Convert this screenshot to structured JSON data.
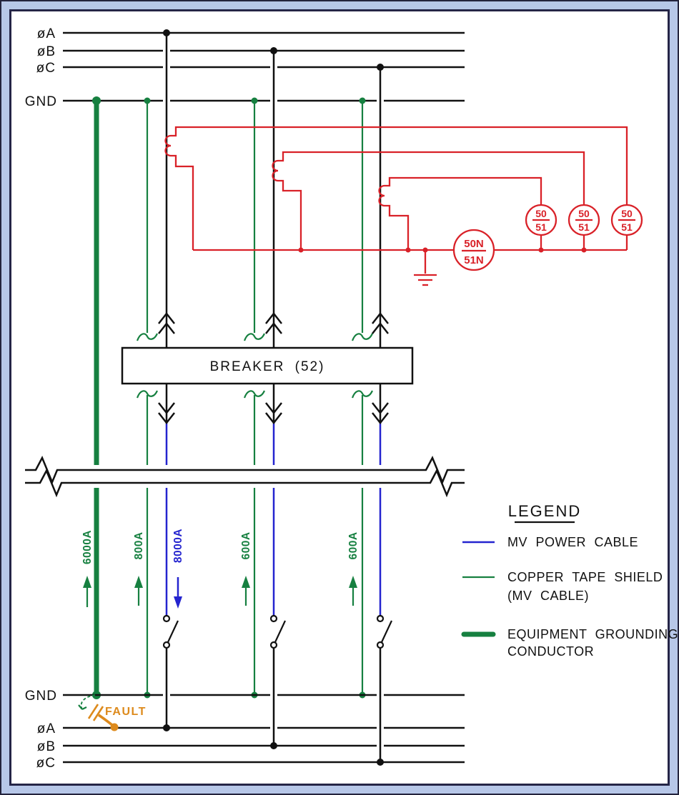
{
  "colors": {
    "mv_power_cable_blue": "#2424cf",
    "copper_tape_shield_green": "#168040",
    "equipment_grounding_green": "#168040",
    "relay_circuit_red": "#d92128",
    "fault_orange": "#dd8a1c",
    "conductor_black": "#111111",
    "frame_band_blue": "#b7c7e8",
    "frame_line_navy": "#252547"
  },
  "top_phases": {
    "a": "øA",
    "b": "øB",
    "c": "øC",
    "gnd": "GND"
  },
  "bottom_phases": {
    "gnd": "GND",
    "a": "øA",
    "b": "øB",
    "c": "øC"
  },
  "breaker": {
    "label": "BREAKER (52)"
  },
  "relays": {
    "phase_top": "50",
    "phase_bottom": "51",
    "ground_top": "50N",
    "ground_bottom": "51N"
  },
  "currents": {
    "egc": "6000A",
    "shield_a": "800A",
    "power_a": "8000A",
    "shield_b": "600A",
    "shield_c": "600A"
  },
  "fault": {
    "label": "FAULT"
  },
  "legend": {
    "title": "LEGEND",
    "mv_power_cable": "MV POWER CABLE",
    "copper_tape_shield_1": "COPPER TAPE SHIELD",
    "copper_tape_shield_2": "(MV CABLE)",
    "egc_1": "EQUIPMENT GROUNDING",
    "egc_2": "CONDUCTOR"
  }
}
